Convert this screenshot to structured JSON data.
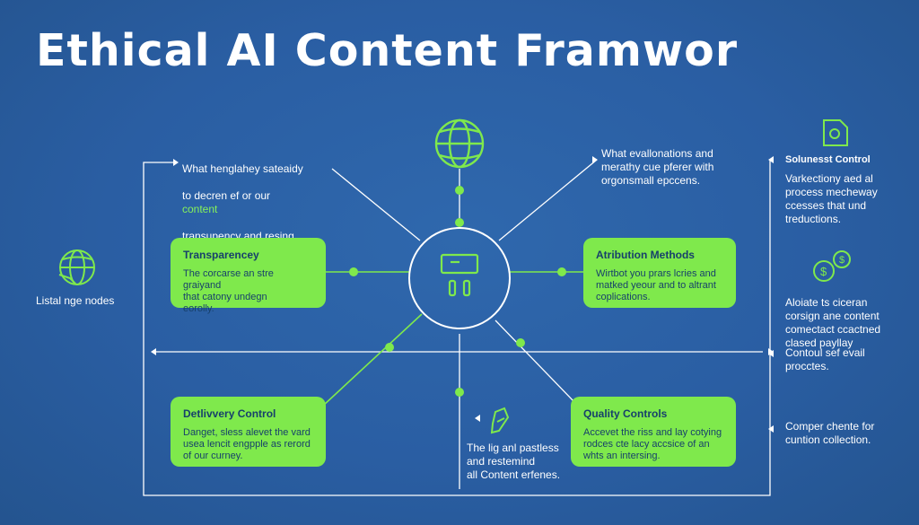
{
  "title": "Ethical AI Content Framwor",
  "colors": {
    "background": "#2a5da0",
    "accent": "#7fe94c",
    "line": "#ffffff"
  },
  "left_label": "Listal nge nodes",
  "top_left_note": {
    "line1": "What henglahey sateaidy",
    "line2_pre": "to decren ef or our",
    "line2_hl": "content",
    "line3": "transupency and resing."
  },
  "top_right_note": "What evallonations and\nmerathy cue pferer with\norgonsmall epccens.",
  "cards": {
    "transparency": {
      "title": "Transparencey",
      "body": "The corcarse an stre graiyand\nthat catony undegn\neorolly."
    },
    "attribution": {
      "title": "Atribution Methods",
      "body": "Wirtbot you prars lcries and\nmatked yeour and to altrant\ncoplications."
    },
    "delivery": {
      "title": "Detlivvery Control",
      "body": "Danget, sless alevet the vard\nusea lencit engpple as rerord\nof our curney."
    },
    "quality": {
      "title": "Quality Controls",
      "body": "Accevet the riss and lay cotying\nrodces cte lacy accsice of an\nwhts an intersing."
    }
  },
  "bottom_note": "The lig anl pastless\nand restemind\nall Content erfenes.",
  "right_panel": {
    "heading": "Solunesst Control",
    "text1": "Varkectiony aed al\nprocess mecheway\nccesses that und\ntreductions.",
    "text2": "Aloiate ts ciceran\ncorsign ane content\ncomectact ccactned\nclased payllay",
    "text3": "Contoul sef evail\nprocctes.",
    "text4": "Comper chente for\ncuntion collection."
  },
  "icons": [
    "globe-icon",
    "robot-icon",
    "money-icon",
    "document-icon",
    "edit-icon"
  ]
}
